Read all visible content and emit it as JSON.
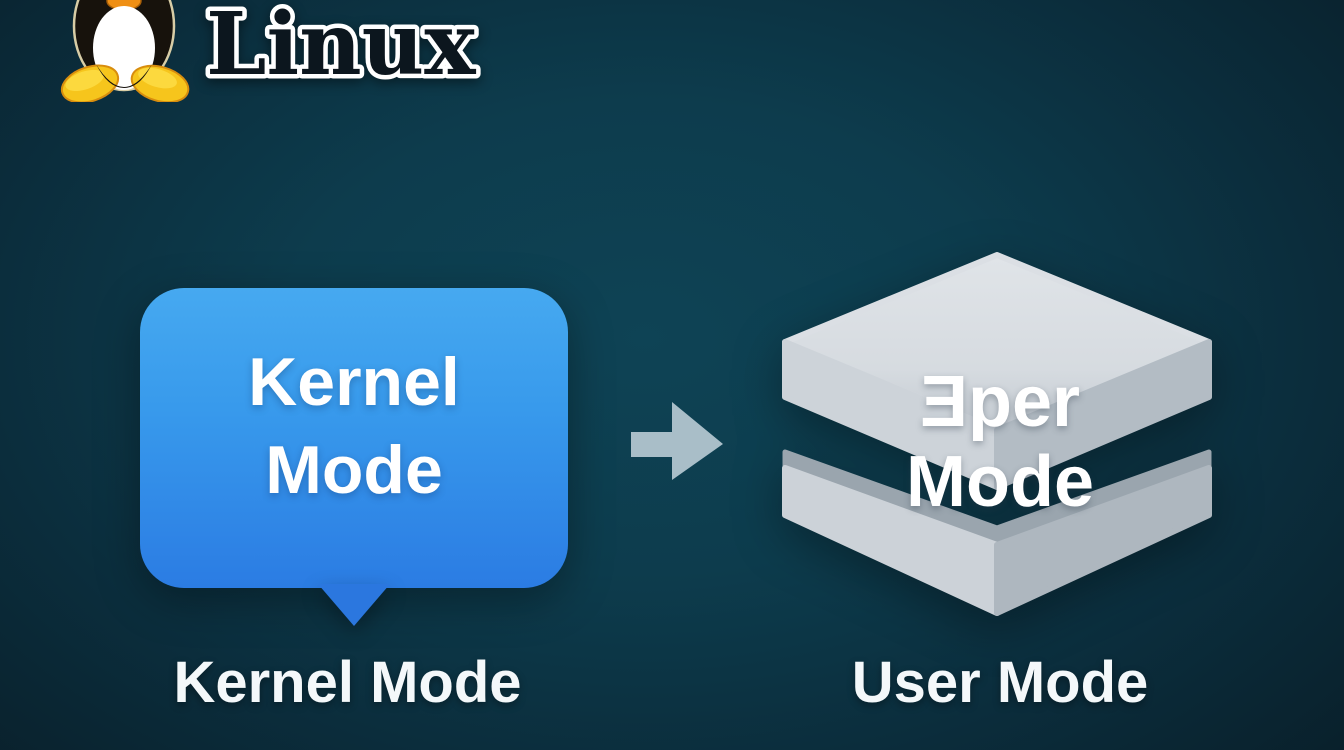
{
  "page": {
    "description": "Linux kernel mode vs user mode infographic"
  },
  "logo": {
    "brand_text": "Linux",
    "icon": "tux-penguin",
    "brand_fill_color": "#0c161e",
    "brand_outline_color": "#ffffff",
    "tux_body_color": "#17120c",
    "tux_belly_color": "#ffffff",
    "tux_feet_color": "#f6c51c",
    "tux_beak_color": "#ef8f14"
  },
  "kernel_bubble": {
    "line1": "Kernel",
    "line2": "Mode",
    "top_color": "#46a9f0",
    "bottom_color": "#2b7ce3",
    "text_color": "#ffffff"
  },
  "arrow": {
    "direction": "right",
    "color": "#a9bec8"
  },
  "user_box": {
    "line1": "Ǝper",
    "line2": "Mode",
    "top_face_color": "#dbdfe4",
    "left_face_color": "#cdd3d9",
    "right_face_color": "#b3bcc4",
    "band_color": "#9aa5ae",
    "text_color": "#ffffff"
  },
  "captions": {
    "kernel": "Kernel Mode",
    "user": "User Mode"
  },
  "background": {
    "center_color": "#0e4355",
    "edge_color": "#09202b"
  }
}
